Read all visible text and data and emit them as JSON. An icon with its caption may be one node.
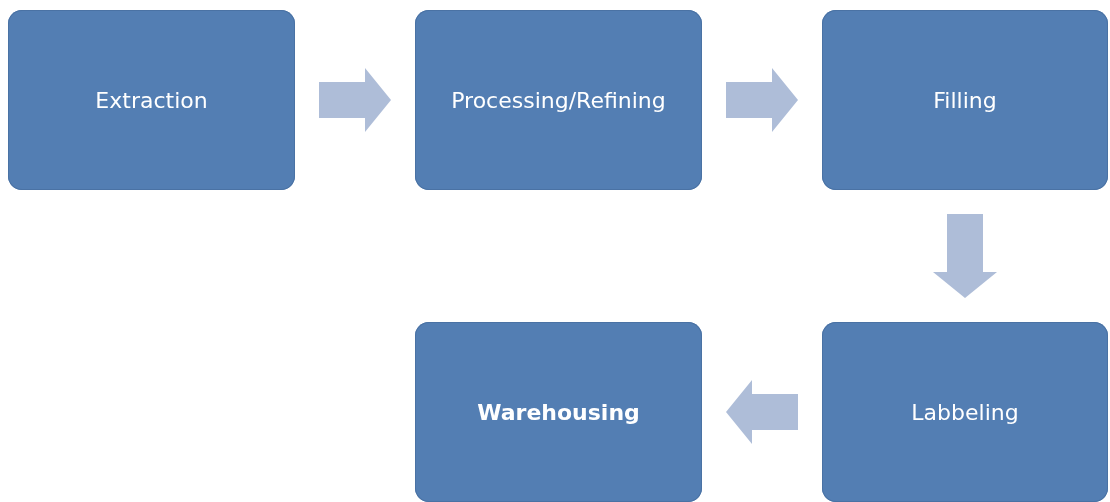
{
  "diagram": {
    "nodes": [
      {
        "text": [
          "Extraction"
        ]
      },
      {
        "text": [
          "Processing/Refining"
        ]
      },
      {
        "text": [
          "Filling"
        ]
      },
      {
        "text": [
          "Labbeling"
        ]
      },
      {
        "text": [
          "Warehousing"
        ]
      }
    ],
    "edges": [
      {
        "from": 0,
        "to": 1,
        "arrow": "to"
      },
      {
        "from": 1,
        "to": 2,
        "arrow": "to"
      },
      {
        "from": 2,
        "to": 3,
        "arrow": "to"
      },
      {
        "from": 3,
        "to": 4,
        "arrow": "to"
      }
    ]
  }
}
